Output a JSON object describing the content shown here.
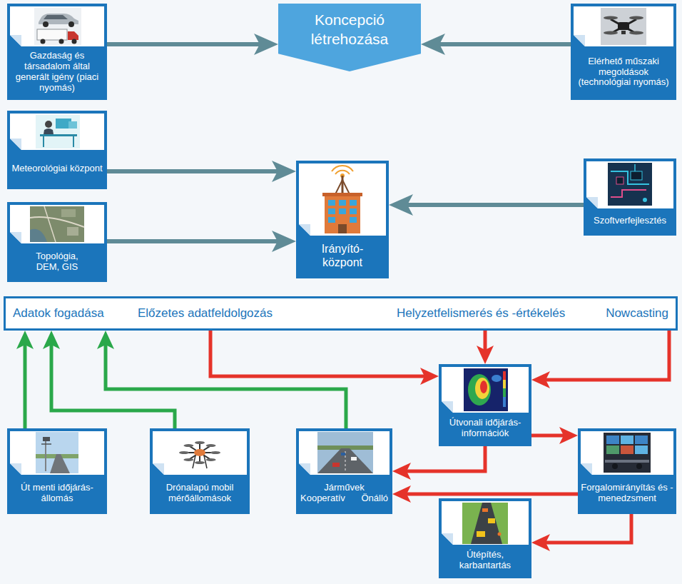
{
  "diagram": {
    "nodes": [
      {
        "text": [
          "Gazdaság és társadalom által generált igény (piaci nyomás)"
        ]
      },
      {
        "text": [
          "Koncepció létrehozása"
        ]
      },
      {
        "text": [
          "Elérhető műszaki megoldások (technológiai nyomás)"
        ]
      },
      {
        "text": [
          "Meteorológiai központ"
        ]
      },
      {
        "text": [
          "Irányító-központ"
        ]
      },
      {
        "text": [
          "Szoftverfejlesztés"
        ]
      },
      {
        "text": [
          "Topológia, DEM, GIS"
        ]
      },
      {
        "text": [
          "Adatok fogadása",
          "Előzetes adatfeldolgozás",
          "Helyzetfelismerés és -értékelés",
          "Nowcasting"
        ]
      },
      {
        "text": [
          "Útvonali időjárás-információk"
        ]
      },
      {
        "text": [
          "Út menti időjárás-állomás"
        ]
      },
      {
        "text": [
          "Drónalapú mobil mérőállomások"
        ]
      },
      {
        "text": [
          "Járművek",
          "Kooperatív",
          "Önálló"
        ]
      },
      {
        "text": [
          "Forgalomirányítás és -menedzsment"
        ]
      },
      {
        "text": [
          "Útépítés, karbantartás"
        ]
      }
    ],
    "edges": [
      {
        "from": 0,
        "to": 1,
        "arrow": "to"
      },
      {
        "from": 2,
        "to": 1,
        "arrow": "to"
      },
      {
        "from": 3,
        "to": 4,
        "arrow": "to"
      },
      {
        "from": 6,
        "to": 4,
        "arrow": "to"
      },
      {
        "from": 5,
        "to": 4,
        "arrow": "to"
      },
      {
        "from": 9,
        "to": 7,
        "arrow": "to"
      },
      {
        "from": 10,
        "to": 7,
        "arrow": "to"
      },
      {
        "from": 11,
        "to": 7,
        "arrow": "to"
      },
      {
        "from": 7,
        "to": 8,
        "arrow": "to"
      },
      {
        "from": 7,
        "to": 8,
        "arrow": "to"
      },
      {
        "from": 7,
        "to": 8,
        "arrow": "to"
      },
      {
        "from": 8,
        "to": 11,
        "arrow": "to"
      },
      {
        "from": 8,
        "to": 12,
        "arrow": "to"
      },
      {
        "from": 12,
        "to": 11,
        "arrow": "to"
      },
      {
        "from": 12,
        "to": 13,
        "arrow": "to"
      }
    ]
  }
}
